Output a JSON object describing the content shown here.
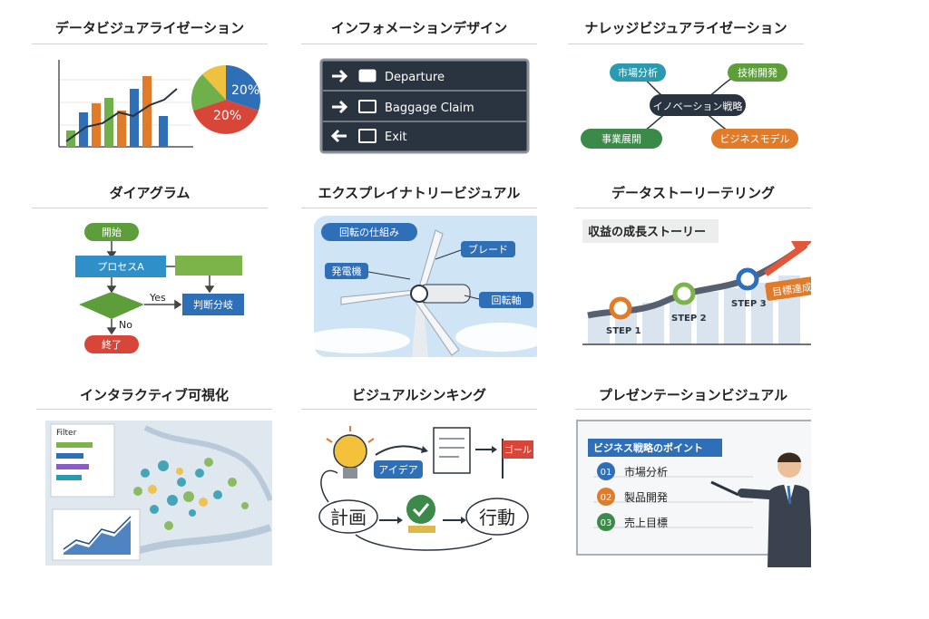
{
  "cards": [
    {
      "title": "データビジュアライゼーション",
      "pie_labels": [
        "20%",
        "20%"
      ]
    },
    {
      "title": "インフォメーションデザイン",
      "signs": [
        "Departure",
        "Baggage Claim",
        "Exit"
      ]
    },
    {
      "title": "ナレッジビジュアライゼーション",
      "center": "イノベーション戦略",
      "nodes": [
        "市場分析",
        "技術開発",
        "事業展開",
        "ビジネスモデル"
      ]
    },
    {
      "title": "ダイアグラム",
      "nodes": [
        "開始",
        "プロセスA",
        "判断分岐",
        "終了"
      ],
      "labels": [
        "Yes",
        "No"
      ]
    },
    {
      "title": "エクスプレイナトリービジュアル",
      "callouts": [
        "回転の仕組み",
        "ブレード",
        "発電機",
        "回転軸"
      ]
    },
    {
      "title": "データストーリーテリング",
      "chart_title": "収益の成長ストーリー",
      "steps": [
        "STEP 1",
        "STEP 2",
        "STEP 3"
      ],
      "goal": "目標達成!"
    },
    {
      "title": "インタラクティブ可視化",
      "filter": "Filter"
    },
    {
      "title": "ビジュアルシンキング",
      "idea": "アイデア",
      "goal": "ゴール",
      "plan": "計画",
      "action": "行動"
    },
    {
      "title": "プレゼンテーションビジュアル",
      "board_title": "ビジネス戦略のポイント",
      "items": [
        {
          "num": "01",
          "text": "市場分析"
        },
        {
          "num": "02",
          "text": "製品開発"
        },
        {
          "num": "03",
          "text": "売上目標"
        }
      ]
    }
  ],
  "colors": {
    "blue": "#2f6fb7",
    "orange": "#e07b2a",
    "green": "#5d9e3a",
    "red": "#d8463a",
    "navy": "#2a3340",
    "teal": "#2a9ab0"
  }
}
